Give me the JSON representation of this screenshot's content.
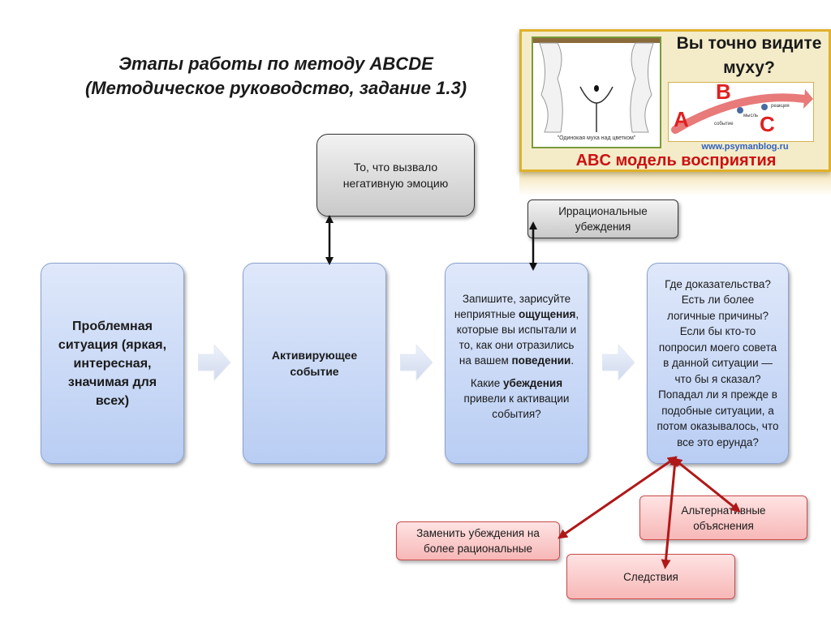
{
  "title": {
    "line1": "Этапы работы по методу ABCDE",
    "line2": "(Методическое руководство, задание 1.3)"
  },
  "picture": {
    "question": "Вы точно видите муху?",
    "letters": [
      "A",
      "B",
      "C"
    ],
    "panel_labels": [
      "событие",
      "мысль",
      "реакция"
    ],
    "caption": "\"Одинокая муха над цветком\"",
    "site": "www.psymanblog.ru",
    "model": "ABC модель восприятия"
  },
  "boxes": {
    "trigger": "То, что вызвало негативную эмоцию",
    "irrational": "Иррациональные убеждения",
    "situation": "Проблемная ситуация (яркая, интересная, значимая для всех)",
    "activating": "Активирующее событие",
    "record": {
      "t1": "Запишите, зарисуйте неприятные ",
      "t1b": "ощущения",
      "t2": ", которые вы испытали и то, как они отразились на вашем ",
      "t2b": "поведении",
      "t3": ".",
      "t4": "Какие ",
      "t4b": "убеждения",
      "t5": " привели к активации события?"
    },
    "evidence": "Где доказательства? Есть ли более логичные причины? Если бы кто-то попросил моего совета в данной ситуации — что бы я сказал? Попадал ли я прежде в подобные ситуации, а потом оказывалось, что все это ерунда?",
    "alternative": "Альтернативные объяснения",
    "replace": "Заменить убеждения на более рациональные",
    "consequences": "Следствия"
  },
  "colors": {
    "black_arrow": "#111111",
    "red_arrow": "#b01818"
  }
}
